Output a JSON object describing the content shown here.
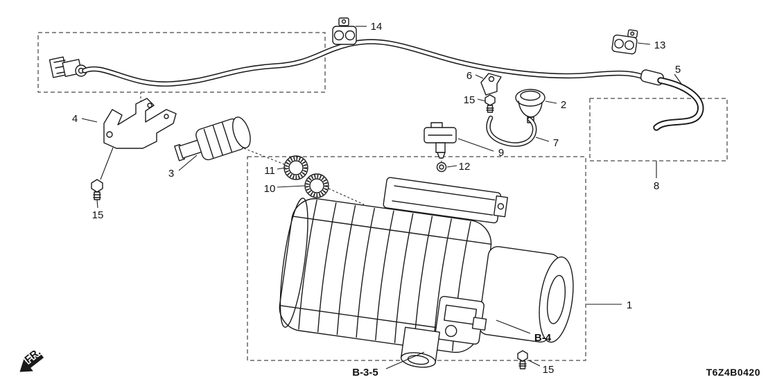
{
  "callouts": {
    "c1": "1",
    "c2": "2",
    "c3": "3",
    "c4": "4",
    "c5": "5",
    "c6": "6",
    "c7": "7",
    "c8": "8",
    "c9": "9",
    "c10": "10",
    "c11": "11",
    "c12": "12",
    "c13": "13",
    "c14": "14",
    "c15a": "15",
    "c15b": "15",
    "c15c": "15"
  },
  "refs": {
    "b4": "B-4",
    "b35": "B-3-5"
  },
  "fr_label": "FR.",
  "diagram_code": "T6Z4B0420",
  "colors": {
    "line": "#1a1a1a",
    "background": "#ffffff"
  }
}
